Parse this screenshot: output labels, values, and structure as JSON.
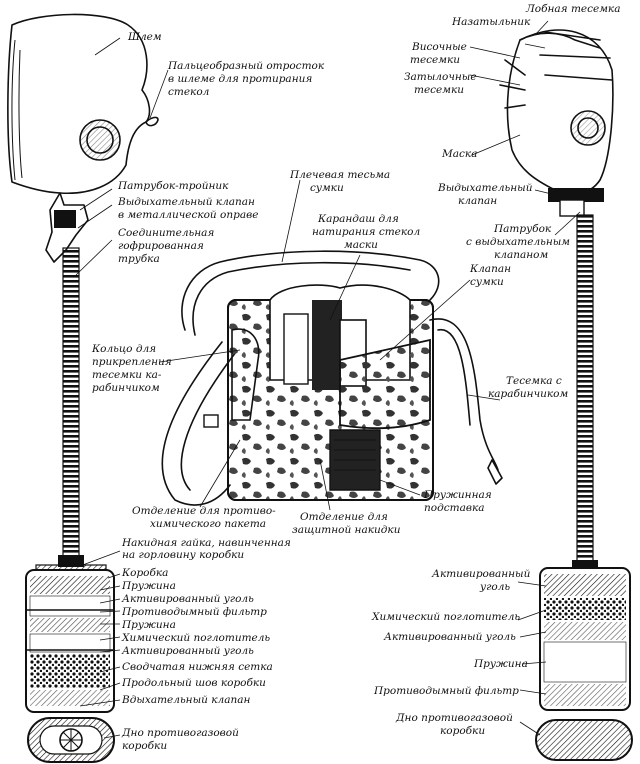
{
  "labels": {
    "left": {
      "helmet": "Шлем",
      "finger_process": [
        "Пальцеобразный отросток",
        "в шлеме для протирания",
        "стекол"
      ],
      "tee_pipe": "Патрубок-тройник",
      "exhale_valve_metal": [
        "Выдыхательный клапан",
        "в металлической оправе"
      ],
      "corrugated_tube": [
        "Соединительная",
        "гофрированная",
        "трубка"
      ],
      "ring": [
        "Кольцо для",
        "прикрепления",
        "тесемки ка-",
        "рабинчиком"
      ],
      "cap_nut": [
        "Накидная гайка, навинченная",
        "на горловину коробки"
      ],
      "box": "Коробка",
      "spring_1": "Пружина",
      "activated_carbon_1": "Активированный уголь",
      "smoke_filter": "Противодымный фильтр",
      "spring_2": "Пружина",
      "chemical_absorber": "Химический поглотитель",
      "activated_carbon_2": "Активированный уголь",
      "bottom_mesh": "Сводчатая нижняя сетка",
      "seam": "Продольный шов коробки",
      "inhale_valve": "Вдыхательный клапан",
      "box_bottom": [
        "Дно противогазовой",
        "коробки"
      ]
    },
    "center": {
      "shoulder_strap": [
        "Плечевая тесьма",
        "сумки"
      ],
      "pencil": [
        "Карандаш для",
        "натирания стекол",
        "маски"
      ],
      "bag_flap": [
        "Клапан",
        "сумки"
      ],
      "snap_strap": [
        "Тесемка с",
        "карабинчиком"
      ],
      "antichem_compartment": [
        "Отделение для противо-",
        "химического пакета"
      ],
      "cape_compartment": [
        "Отделение для",
        "защитной накидки"
      ],
      "spring_stand": [
        "Пружинная",
        "подставка"
      ]
    },
    "right": {
      "forehead_strap": "Лобная тесемка",
      "nape_piece": "Назатыльник",
      "temple_straps": [
        "Височные",
        "тесемки"
      ],
      "occipital_straps": [
        "Затылочные",
        "тесемки"
      ],
      "mask": "Маска",
      "exhale_valve": [
        "Выдыхательный",
        "клапан"
      ],
      "pipe_exhale": [
        "Патрубок",
        "с выдыхательным",
        "клапаном"
      ],
      "activated_carbon_1": [
        "Активированный",
        "уголь"
      ],
      "chemical_absorber": "Химический поглотитель",
      "activated_carbon_2": "Активированный уголь",
      "spring": "Пружина",
      "smoke_filter": "Противодымный фильтр",
      "box_bottom": [
        "Дно противогазовой",
        "коробки"
      ]
    }
  }
}
